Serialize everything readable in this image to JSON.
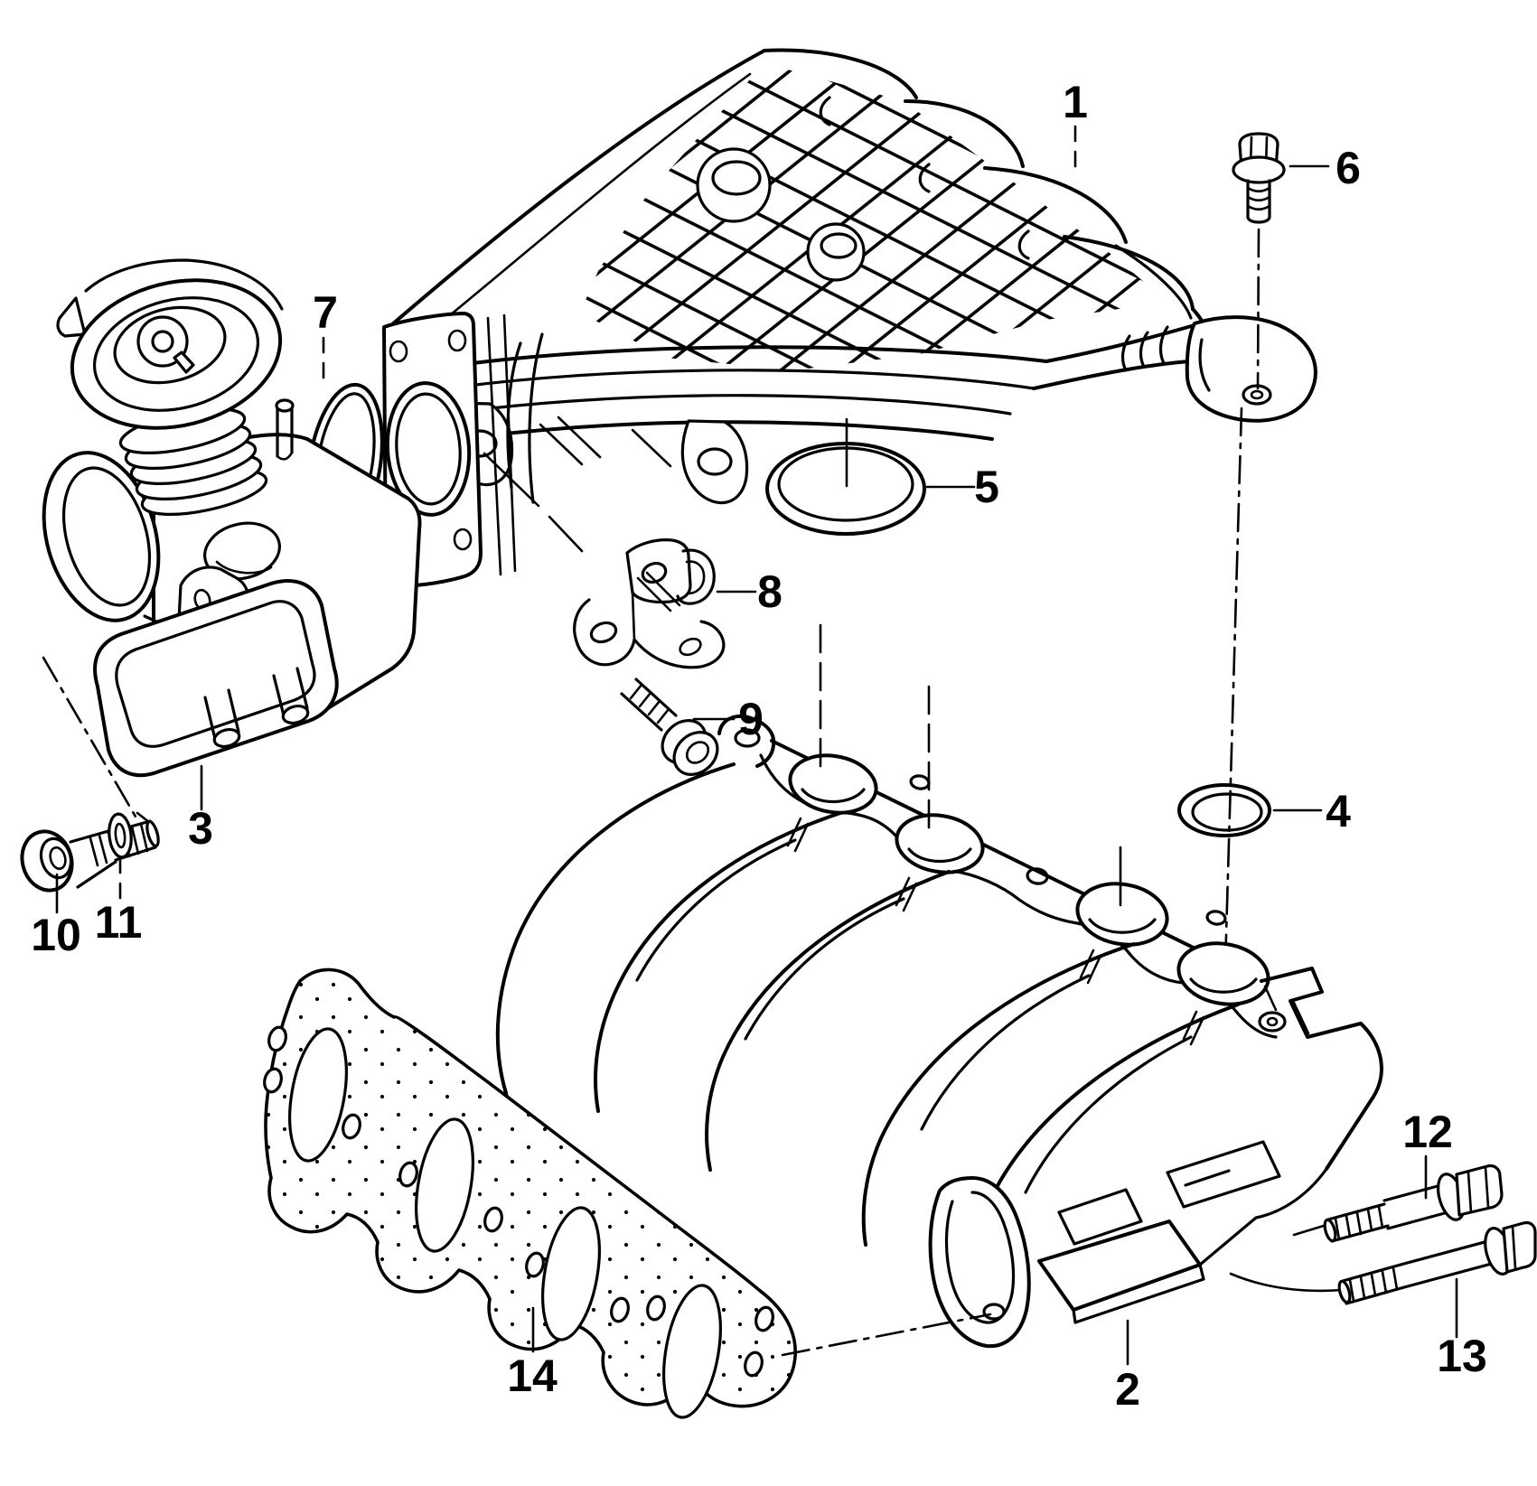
{
  "diagram": {
    "kind": "exploded-parts-line-drawing",
    "background_color": "#ffffff",
    "line_color": "#000000",
    "labels": [
      {
        "part": "1"
      },
      {
        "part": "2"
      },
      {
        "part": "3"
      },
      {
        "part": "4"
      },
      {
        "part": "5"
      },
      {
        "part": "6"
      },
      {
        "part": "7"
      },
      {
        "part": "8"
      },
      {
        "part": "9"
      },
      {
        "part": "10"
      },
      {
        "part": "11"
      },
      {
        "part": "12"
      },
      {
        "part": "13"
      },
      {
        "part": "14"
      }
    ]
  }
}
